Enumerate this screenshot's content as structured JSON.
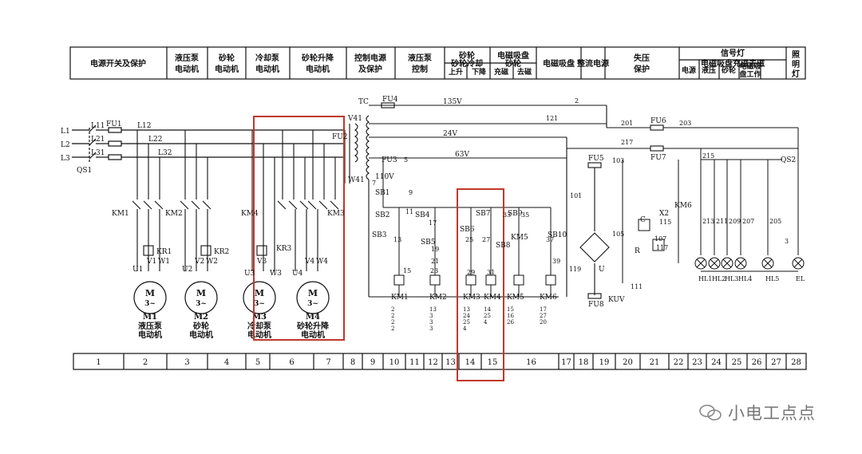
{
  "header_cells": [
    {
      "top": "电源开关及保护"
    },
    {
      "top": "液压泵",
      "bottom": "电动机"
    },
    {
      "top": "砂轮",
      "bottom": "电动机"
    },
    {
      "top": "冷却泵",
      "bottom": "电动机"
    },
    {
      "top": "砂轮升降",
      "bottom": "电动机"
    },
    {
      "top": "控制电源",
      "bottom": "及保护"
    },
    {
      "top": "液压泵",
      "bottom": "控制"
    },
    {
      "top": "砂轮冷却"
    },
    {
      "top": "砂轮"
    },
    {
      "top": "电磁吸盘"
    },
    {
      "top": "整流电源"
    },
    {
      "top": "失压",
      "bottom": "保护"
    },
    {
      "top": "电磁吸盘充磁去磁"
    },
    {
      "top": "信号灯"
    },
    {
      "top": "照",
      "bottom": "明"
    },
    {
      "top": "灯"
    }
  ],
  "header_sub": [
    "上升",
    "下降",
    "充磁",
    "去磁",
    "电源",
    "液压",
    "砂轮",
    "电磁吸",
    "盘工作"
  ],
  "bottom_numbers": [
    "1",
    "2",
    "3",
    "4",
    "5",
    "6",
    "7",
    "8",
    "9",
    "10",
    "11",
    "12",
    "13",
    "14",
    "15",
    "16",
    "17",
    "18",
    "19",
    "20",
    "21",
    "22",
    "23",
    "24",
    "25",
    "26",
    "27",
    "28"
  ],
  "lines": [
    "L1",
    "L2",
    "L3",
    "L11",
    "L21",
    "L31",
    "L12",
    "L22",
    "L32",
    "QS1"
  ],
  "fuses": [
    "FU1",
    "FU2",
    "FU3",
    "FU4",
    "FU5",
    "FU6",
    "FU7",
    "FU8"
  ],
  "voltages": [
    "135V",
    "24V",
    "63V",
    "110V"
  ],
  "contactors": [
    "KM1",
    "KM2",
    "KM3",
    "KM4",
    "KM5",
    "KM6"
  ],
  "motors": [
    {
      "id": "M1",
      "spec": "3~",
      "name_top": "液压泵",
      "name_bottom": "电动机"
    },
    {
      "id": "M2",
      "spec": "3~",
      "name_top": "砂轮",
      "name_bottom": "电动机"
    },
    {
      "id": "M3",
      "spec": "3~",
      "name_top": "冷却泵",
      "name_bottom": "电动机"
    },
    {
      "id": "M4",
      "spec": "3~",
      "name_top": "砂轮升降",
      "name_bottom": "电动机"
    }
  ],
  "relays": [
    "KR1",
    "KR2",
    "KR3",
    "KUV"
  ],
  "buttons": [
    "SB1",
    "SB2",
    "SB3",
    "SB4",
    "SB5",
    "SB6",
    "SB7",
    "SB8",
    "SB9",
    "SB10"
  ],
  "lamps": [
    "HL1",
    "HL2",
    "HL3",
    "HL4",
    "HL5",
    "EL"
  ],
  "misc_labels": [
    "TC",
    "V41",
    "W41",
    "U",
    "R",
    "C",
    "QS2",
    "X2",
    "U1",
    "V1",
    "W1",
    "U2",
    "V2",
    "W2",
    "U3",
    "V3",
    "W3",
    "U4",
    "V4",
    "W4"
  ],
  "wire_numbers": [
    "2",
    "121",
    "201",
    "203",
    "217",
    "215",
    "213",
    "211",
    "209",
    "207",
    "205",
    "3",
    "5",
    "7",
    "9",
    "11",
    "13",
    "15",
    "17",
    "19",
    "21",
    "23",
    "25",
    "27",
    "29",
    "31",
    "33",
    "35",
    "37",
    "39",
    "101",
    "103",
    "105",
    "107",
    "111",
    "115",
    "117",
    "119"
  ],
  "contact_table": [
    [
      "2",
      "2",
      "2",
      "2"
    ],
    [
      "13",
      "3",
      "3",
      "3"
    ],
    [
      "13",
      "24",
      "25",
      "4"
    ],
    [
      "14",
      "25",
      "4"
    ],
    [
      "15",
      "16",
      "26"
    ],
    [
      "17",
      "27",
      "20"
    ]
  ],
  "highlight_color": "#c0392b",
  "watermark": "小电工点点"
}
